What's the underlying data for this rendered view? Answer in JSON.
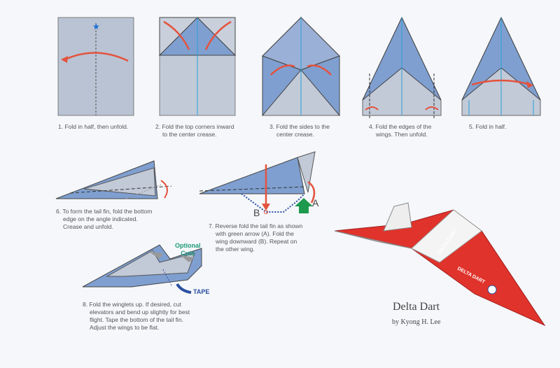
{
  "steps": [
    {
      "number": "1.",
      "text": "Fold in half, then unfold."
    },
    {
      "number": "2.",
      "text": "Fold the top corners inward",
      "text2": "to the center crease."
    },
    {
      "number": "3.",
      "text": "Fold the sides to the",
      "text2": "center crease."
    },
    {
      "number": "4.",
      "text": "Fold the edges of the",
      "text2": "wings. Then unfold."
    },
    {
      "number": "5.",
      "text": "Fold in half."
    },
    {
      "number": "6.",
      "text": "To form the tail fin, fold the bottom",
      "text2": "edge on the angle indicated.",
      "text3": "Crease and unfold."
    },
    {
      "number": "7.",
      "text": "Reverse fold the tail fin as shown",
      "text2": "with green arrow (A). Fold the",
      "text3": "wing downward (B). Repeat on",
      "text4": "the other wing."
    },
    {
      "number": "8.",
      "text": "Fold the winglets up. If desired, cut",
      "text2": "elevators and bend up slightly for best",
      "text3": "flight. Tape the bottom of the tail fin.",
      "text4": "Adjust the wings to be flat."
    }
  ],
  "labels": {
    "a": "A",
    "b": "B",
    "optional": "Optional",
    "cuts": "Cuts",
    "tape": "TAPE",
    "plane_text": "DELTA DART"
  },
  "title": "Delta Dart",
  "author": "by Kyong H. Lee",
  "colors": {
    "paper": "#b9c3d3",
    "fold_blue": "#7f9fd0",
    "arrow_red": "#e4533d",
    "crease": "#2aa0d8",
    "plane_red": "#e0332b"
  }
}
